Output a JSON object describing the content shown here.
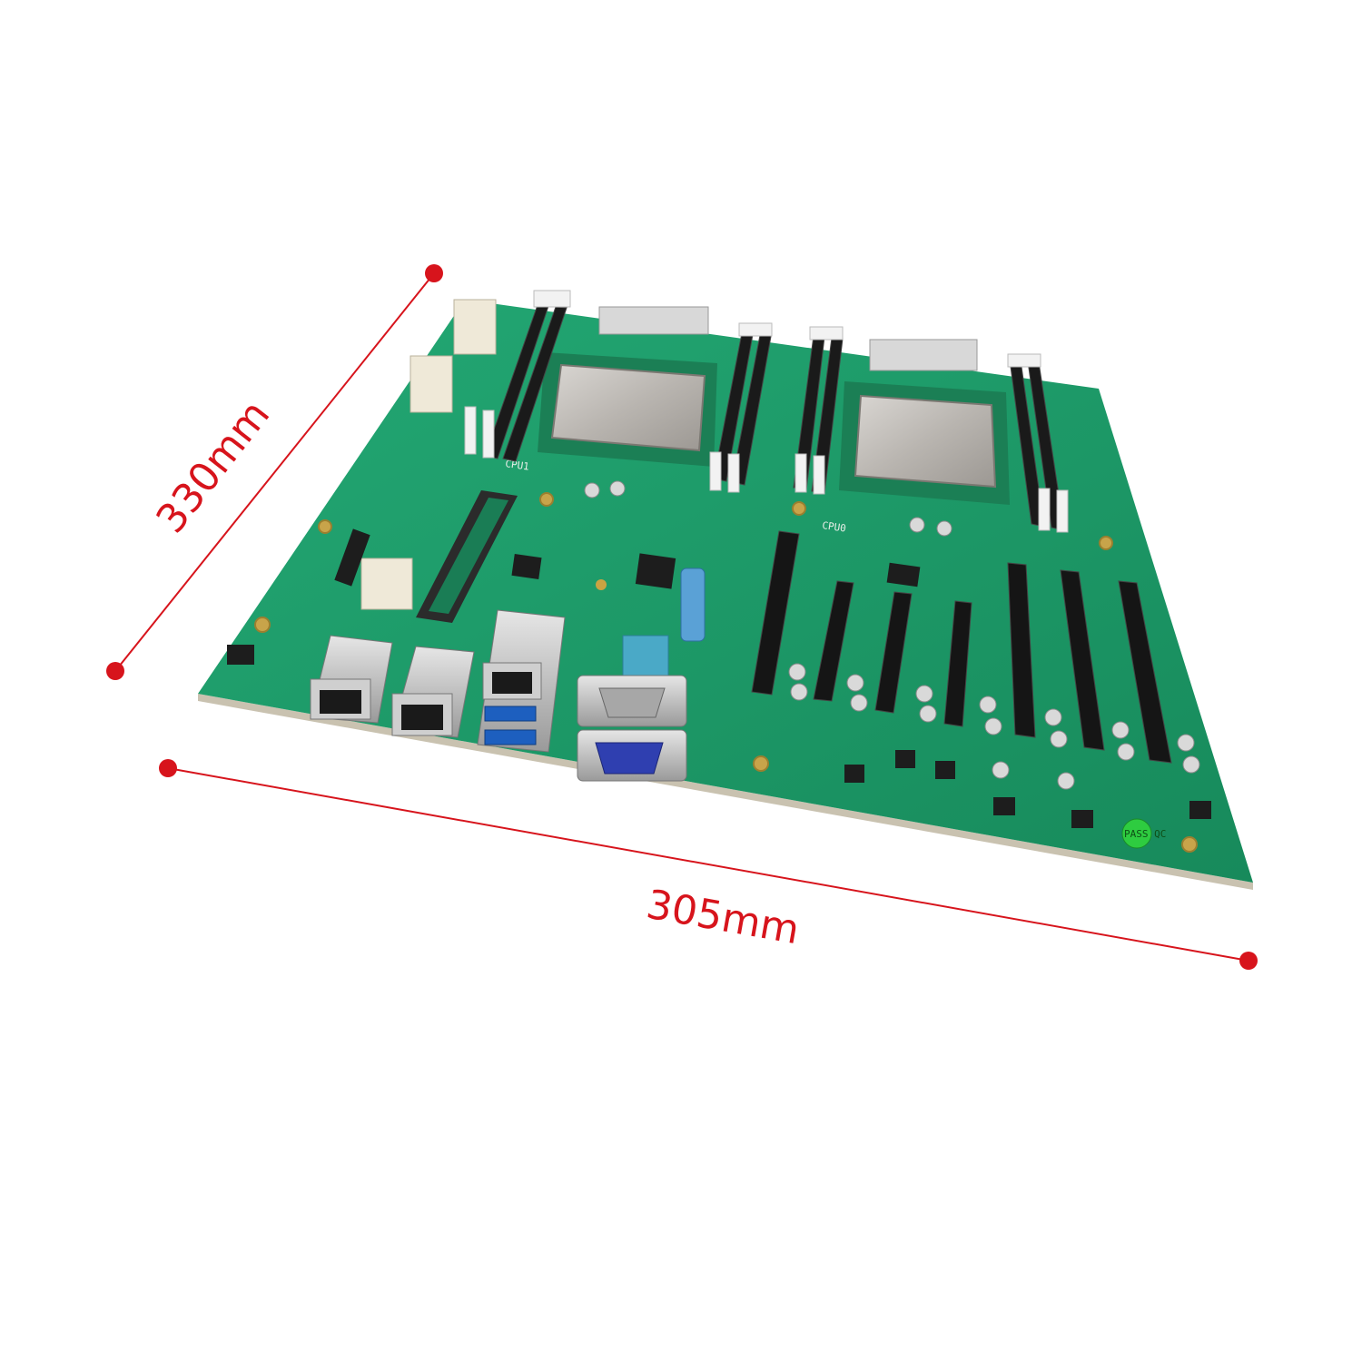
{
  "dimensions": {
    "width_label": "305mm",
    "height_label": "330mm",
    "color": "#d7141c"
  },
  "board": {
    "pcb_color": "#1e9e6a",
    "cpu_labels": [
      "CPU1",
      "CPU0"
    ],
    "sticker": "PASS QC",
    "pcie_slot_count": 7,
    "dimm_slot_count": 8,
    "rear_io": [
      "rj45-port",
      "rj45-port",
      "rj45-usb-combo",
      "serial-db9",
      "vga-db15"
    ]
  }
}
